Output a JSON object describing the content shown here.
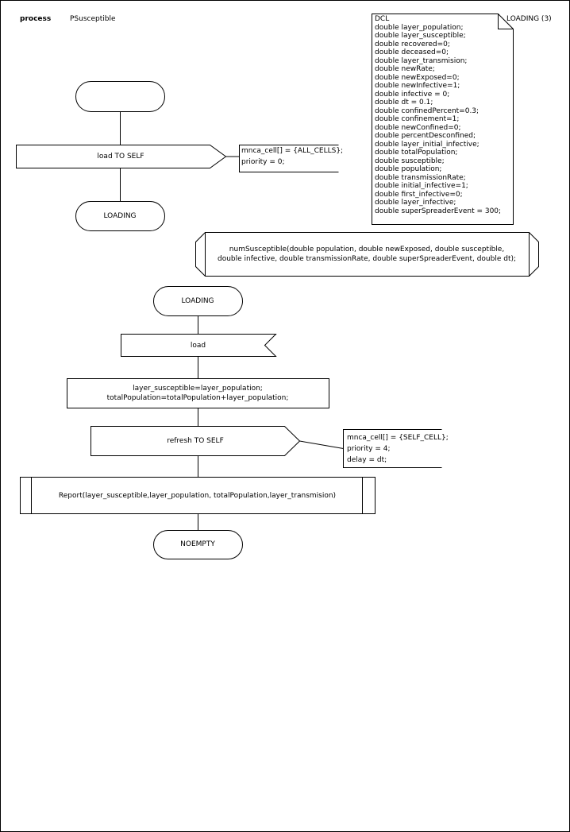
{
  "header": {
    "keyword": "process",
    "name": "PSusceptible",
    "page_label": "LOADING (3)"
  },
  "dcl": {
    "lines": [
      "DCL",
      "double layer_population;",
      "double layer_susceptible;",
      "double recovered=0;",
      "double deceased=0;",
      "double layer_transmision;",
      "double newRate;",
      "double newExposed=0;",
      "double newInfective=1;",
      "double infective = 0;",
      "double dt = 0.1;",
      "double confinedPercent=0.3;",
      "double confinement=1;",
      "double newConfined=0;",
      "double percentDesconfined;",
      "double layer_initial_infective;",
      "double totalPopulation;",
      "double susceptible;",
      "double population;",
      "double transmissionRate;",
      "double initial_infective=1;",
      "double first_infective=0;",
      "double layer_infective;",
      "double superSpreaderEvent = 300;"
    ]
  },
  "procedure": {
    "line1": "numSusceptible(double population, double newExposed, double susceptible,",
    "line2": "double infective, double transmissionRate, double superSpreaderEvent, double dt);"
  },
  "flow1": {
    "start_label": "",
    "output_label": "load TO SELF",
    "output_params": [
      "mnca_cell[] = {ALL_CELLS};",
      "priority = 0;"
    ],
    "state_label": "LOADING"
  },
  "flow2": {
    "state_label": "LOADING",
    "input_label": "load",
    "task_lines": [
      "layer_susceptible=layer_population;",
      "totalPopulation=totalPopulation+layer_population;"
    ],
    "output_label": "refresh TO SELF",
    "output_params": [
      "mnca_cell[] = {SELF_CELL};",
      "priority = 4;",
      "delay = dt;"
    ],
    "call_label": "Report(layer_susceptible,layer_population, totalPopulation,layer_transmision)",
    "next_state_label": "NOEMPTY"
  }
}
